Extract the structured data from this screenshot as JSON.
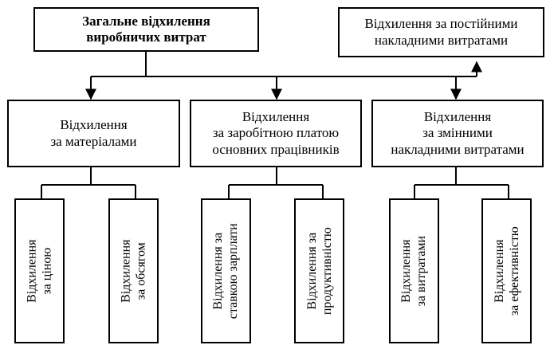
{
  "top_left": {
    "lines": [
      "Загальне відхилення",
      "виробничих витрат"
    ]
  },
  "top_right": {
    "lines": [
      "Відхилення за постійними",
      "накладними витратами"
    ]
  },
  "middle": [
    {
      "lines": [
        "Відхилення",
        "за матеріалами"
      ]
    },
    {
      "lines": [
        "Відхилення",
        "за заробітною платою",
        "основних працівників"
      ]
    },
    {
      "lines": [
        "Відхилення",
        "за змінними",
        "накладними витратами"
      ]
    }
  ],
  "leaves": [
    {
      "lines": [
        "Відхилення",
        "за ціною"
      ]
    },
    {
      "lines": [
        "Відхилення",
        "за обсягом"
      ]
    },
    {
      "lines": [
        "Відхилення за",
        "ставкою зарплати"
      ]
    },
    {
      "lines": [
        "Відхилення за",
        "продуктивністю"
      ]
    },
    {
      "lines": [
        "Відхилення",
        "за витратами"
      ]
    },
    {
      "lines": [
        "Відхилення",
        "за ефективністю"
      ]
    }
  ]
}
